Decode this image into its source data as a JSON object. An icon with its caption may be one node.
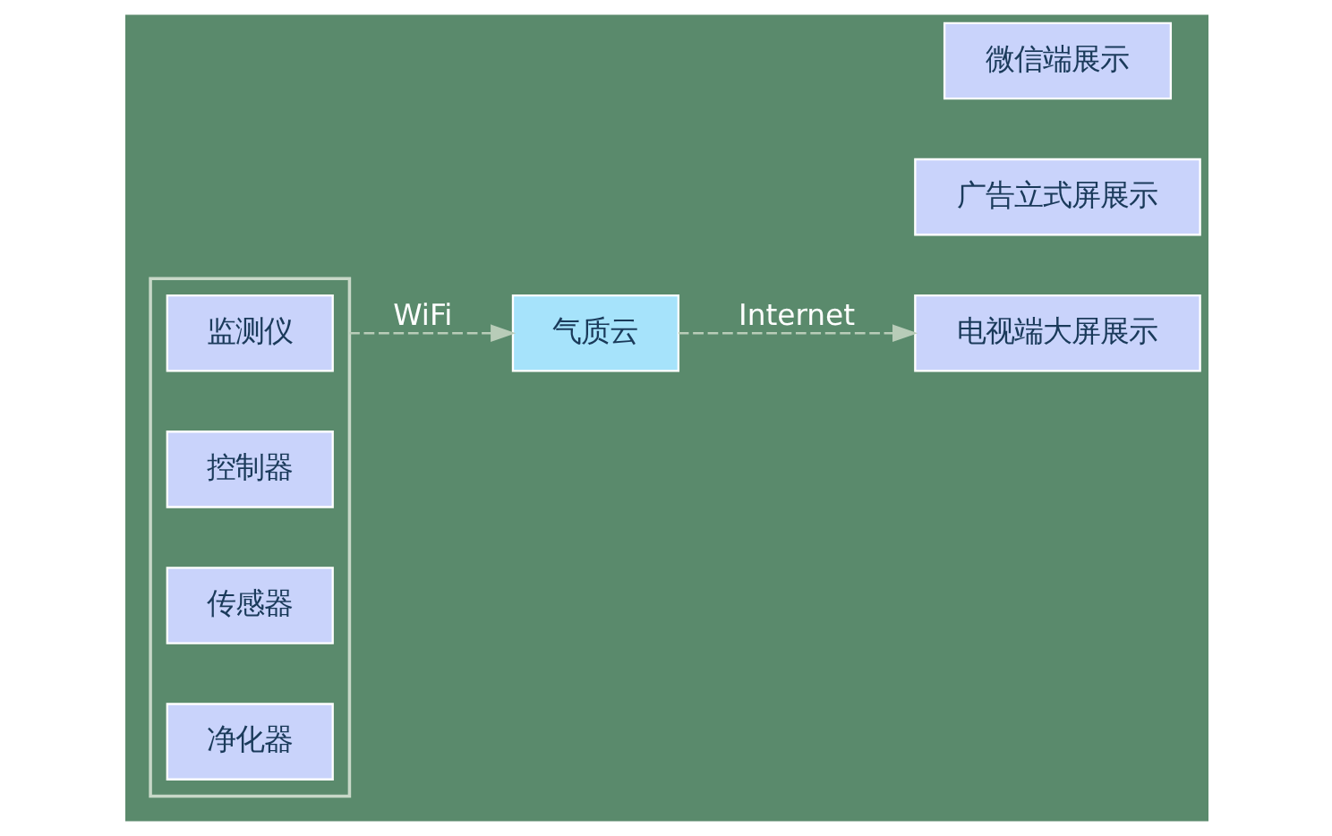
{
  "diagram": {
    "nodes": [
      {
        "text": [],
        "shape": "box"
      },
      {
        "text": [
          "监测仪"
        ],
        "in": 0
      },
      {
        "text": [
          "控制器"
        ],
        "in": 0
      },
      {
        "text": [
          "传感器"
        ],
        "in": 0
      },
      {
        "text": [
          "净化器"
        ],
        "in": 0
      },
      {
        "text": [
          "气质云"
        ]
      },
      {
        "text": [
          "广告立式屏展示"
        ]
      },
      {
        "text": [
          "电视端大屏展示"
        ]
      },
      {
        "text": [
          "微信端展示"
        ]
      }
    ],
    "edges": [
      {
        "from": 0,
        "to": 5,
        "arrow": "to",
        "label": "WiFi",
        "style": "dashed"
      },
      {
        "from": 5,
        "to": 7,
        "arrow": "to",
        "label": "Internet",
        "style": "dashed"
      }
    ]
  }
}
